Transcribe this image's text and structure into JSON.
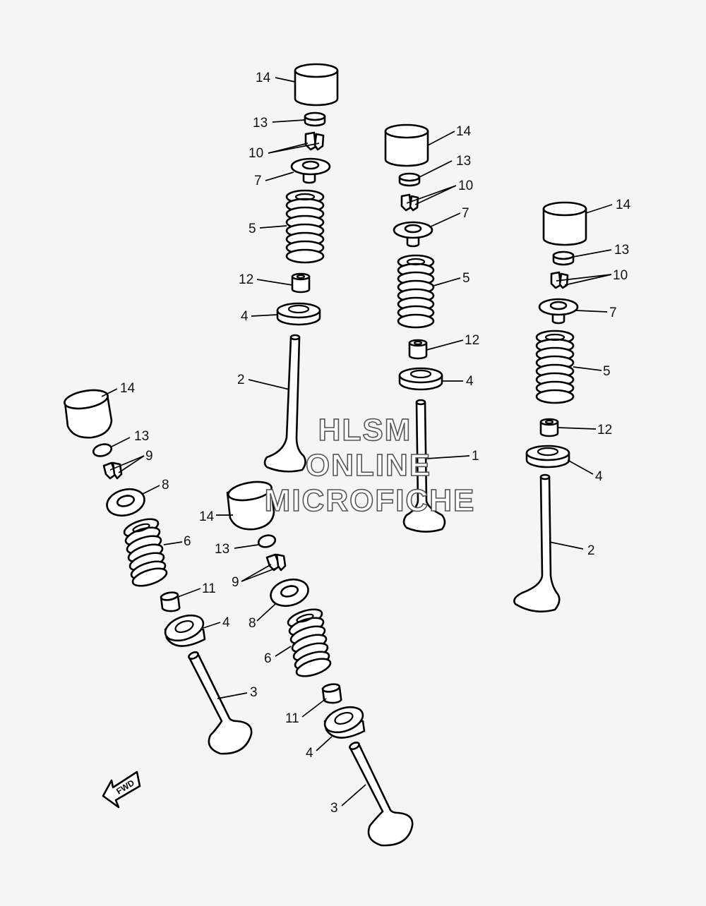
{
  "watermark": {
    "line1": "HLSM",
    "line2": "ONLINE",
    "line3": "MICROFICHE"
  },
  "fwd_label": "FWD",
  "callouts": [
    {
      "id": "c1",
      "text": "14"
    },
    {
      "id": "c2",
      "text": "13"
    },
    {
      "id": "c3",
      "text": "10"
    },
    {
      "id": "c4",
      "text": "7"
    },
    {
      "id": "c5",
      "text": "5"
    },
    {
      "id": "c6",
      "text": "12"
    },
    {
      "id": "c7",
      "text": "4"
    },
    {
      "id": "c8",
      "text": "2"
    },
    {
      "id": "c9",
      "text": "14"
    },
    {
      "id": "c10",
      "text": "13"
    },
    {
      "id": "c11",
      "text": "10"
    },
    {
      "id": "c12",
      "text": "7"
    },
    {
      "id": "c13",
      "text": "5"
    },
    {
      "id": "c14",
      "text": "12"
    },
    {
      "id": "c15",
      "text": "4"
    },
    {
      "id": "c16",
      "text": "1"
    },
    {
      "id": "c17",
      "text": "14"
    },
    {
      "id": "c18",
      "text": "13"
    },
    {
      "id": "c19",
      "text": "10"
    },
    {
      "id": "c20",
      "text": "7"
    },
    {
      "id": "c21",
      "text": "5"
    },
    {
      "id": "c22",
      "text": "12"
    },
    {
      "id": "c23",
      "text": "4"
    },
    {
      "id": "c24",
      "text": "2"
    },
    {
      "id": "c25",
      "text": "14"
    },
    {
      "id": "c26",
      "text": "13"
    },
    {
      "id": "c27",
      "text": "9"
    },
    {
      "id": "c28",
      "text": "8"
    },
    {
      "id": "c29",
      "text": "6"
    },
    {
      "id": "c30",
      "text": "11"
    },
    {
      "id": "c31",
      "text": "4"
    },
    {
      "id": "c32",
      "text": "3"
    },
    {
      "id": "c33",
      "text": "14"
    },
    {
      "id": "c34",
      "text": "13"
    },
    {
      "id": "c35",
      "text": "9"
    },
    {
      "id": "c36",
      "text": "8"
    },
    {
      "id": "c37",
      "text": "6"
    },
    {
      "id": "c38",
      "text": "11"
    },
    {
      "id": "c39",
      "text": "4"
    },
    {
      "id": "c40",
      "text": "3"
    }
  ]
}
